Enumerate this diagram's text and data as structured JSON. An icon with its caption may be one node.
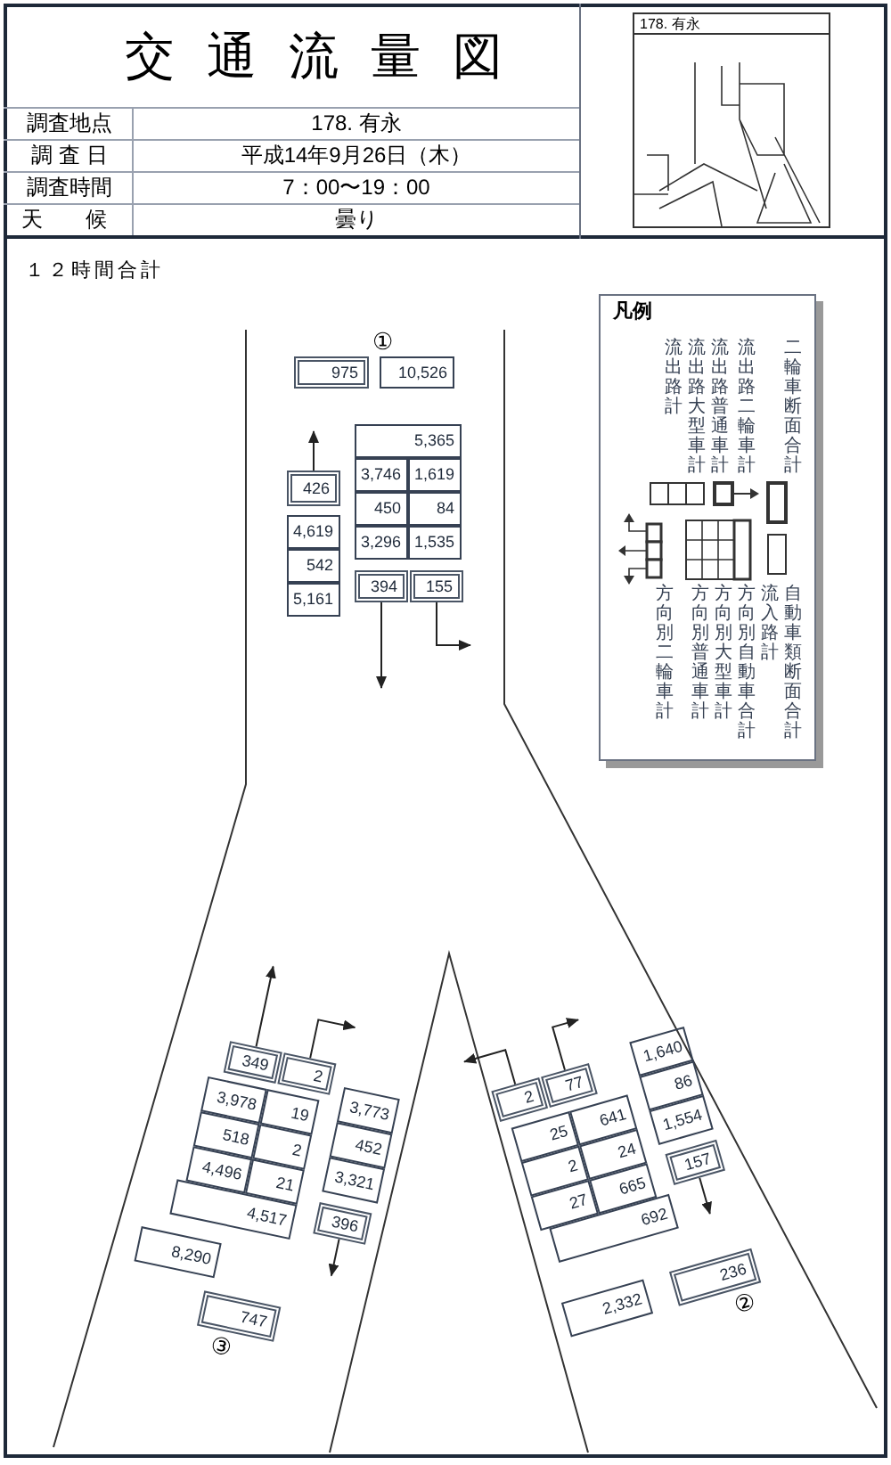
{
  "diagram": {
    "title": "交通流量図",
    "nodes": [
      {
        "text": [
          "975"
        ]
      },
      {
        "text": [
          "10,526"
        ]
      },
      {
        "text": [
          "426"
        ]
      },
      {
        "text": [
          "4,619"
        ]
      },
      {
        "text": [
          "542"
        ]
      },
      {
        "text": [
          "5,161"
        ]
      },
      {
        "text": [
          "5,365"
        ]
      },
      {
        "text": [
          "3,746"
        ]
      },
      {
        "text": [
          "1,619"
        ]
      },
      {
        "text": [
          "450"
        ]
      },
      {
        "text": [
          "84"
        ]
      },
      {
        "text": [
          "3,296"
        ]
      },
      {
        "text": [
          "1,535"
        ]
      },
      {
        "text": [
          "394"
        ]
      },
      {
        "text": [
          "155"
        ]
      },
      {
        "text": [
          "349"
        ]
      },
      {
        "text": [
          "2"
        ]
      },
      {
        "text": [
          "3,978"
        ]
      },
      {
        "text": [
          "19"
        ]
      },
      {
        "text": [
          "518"
        ]
      },
      {
        "text": [
          "2"
        ]
      },
      {
        "text": [
          "4,496"
        ]
      },
      {
        "text": [
          "21"
        ]
      },
      {
        "text": [
          "4,517"
        ]
      },
      {
        "text": [
          "3,773"
        ]
      },
      {
        "text": [
          "452"
        ]
      },
      {
        "text": [
          "3,321"
        ]
      },
      {
        "text": [
          "396"
        ]
      },
      {
        "text": [
          "8,290"
        ]
      },
      {
        "text": [
          "747"
        ]
      },
      {
        "text": [
          "2"
        ]
      },
      {
        "text": [
          "77"
        ]
      },
      {
        "text": [
          "1,640"
        ]
      },
      {
        "text": [
          "86"
        ]
      },
      {
        "text": [
          "1,554"
        ]
      },
      {
        "text": [
          "25"
        ]
      },
      {
        "text": [
          "641"
        ]
      },
      {
        "text": [
          "2"
        ]
      },
      {
        "text": [
          "24"
        ]
      },
      {
        "text": [
          "27"
        ]
      },
      {
        "text": [
          "665"
        ]
      },
      {
        "text": [
          "692"
        ]
      },
      {
        "text": [
          "157"
        ]
      },
      {
        "text": [
          "2,332"
        ]
      },
      {
        "text": [
          "236"
        ]
      }
    ],
    "edges": [
      {
        "from": 2,
        "to": null,
        "arrow": "to"
      },
      {
        "from": 13,
        "to": null,
        "arrow": "to"
      },
      {
        "from": 14,
        "to": null,
        "arrow": "to"
      },
      {
        "from": 15,
        "to": null,
        "arrow": "to"
      },
      {
        "from": 16,
        "to": null,
        "arrow": "to"
      },
      {
        "from": 27,
        "to": null,
        "arrow": "to"
      },
      {
        "from": 30,
        "to": null,
        "arrow": "to"
      },
      {
        "from": 31,
        "to": null,
        "arrow": "to"
      },
      {
        "from": 42,
        "to": null,
        "arrow": "to"
      }
    ],
    "labels": [
      "調査地点",
      "178. 有永",
      "調 査 日",
      "平成14年9月26日（木）",
      "調査時間",
      "7：00〜19：00",
      "天　候",
      "曇り",
      "178. 有永",
      "１２時間合計",
      "①",
      "凡例",
      "③",
      "②"
    ],
    "legend": [
      {
        "text": "流出路計"
      },
      {
        "text": "流出路大型車計"
      },
      {
        "text": "流出路普通車計"
      },
      {
        "text": "流出路二輪車計"
      },
      {
        "text": "二輪車断面合計"
      },
      {
        "text": "方向別二輪車計"
      },
      {
        "text": "方向別普通車計"
      },
      {
        "text": "方向別大型車計"
      },
      {
        "text": "方向別自動車合計"
      },
      {
        "text": "流入路計"
      },
      {
        "text": "自動車類断面合計"
      }
    ]
  }
}
